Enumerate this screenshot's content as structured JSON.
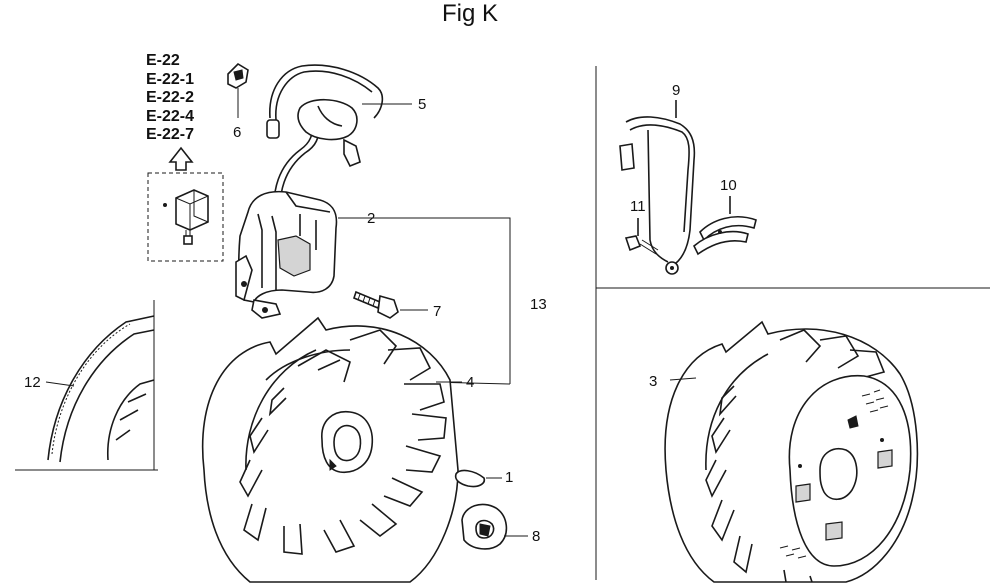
{
  "figure": {
    "title": "Fig K"
  },
  "references": [
    "E-22",
    "E-22-1",
    "E-22-2",
    "E-22-4",
    "E-22-7"
  ],
  "callouts": [
    {
      "id": "part-5-callout",
      "label": "5"
    },
    {
      "id": "part-6-callout",
      "label": "6"
    },
    {
      "id": "part-2-callout",
      "label": "2"
    },
    {
      "id": "part-13-callout",
      "label": "13"
    },
    {
      "id": "part-7-callout",
      "label": "7"
    },
    {
      "id": "part-4-callout",
      "label": "4"
    },
    {
      "id": "part-12-callout",
      "label": "12"
    },
    {
      "id": "part-1-callout",
      "label": "1"
    },
    {
      "id": "part-8-callout",
      "label": "8"
    },
    {
      "id": "part-9-callout",
      "label": "9"
    },
    {
      "id": "part-10-callout",
      "label": "10"
    },
    {
      "id": "part-11-callout",
      "label": "11"
    },
    {
      "id": "part-3-callout",
      "label": "3"
    }
  ]
}
